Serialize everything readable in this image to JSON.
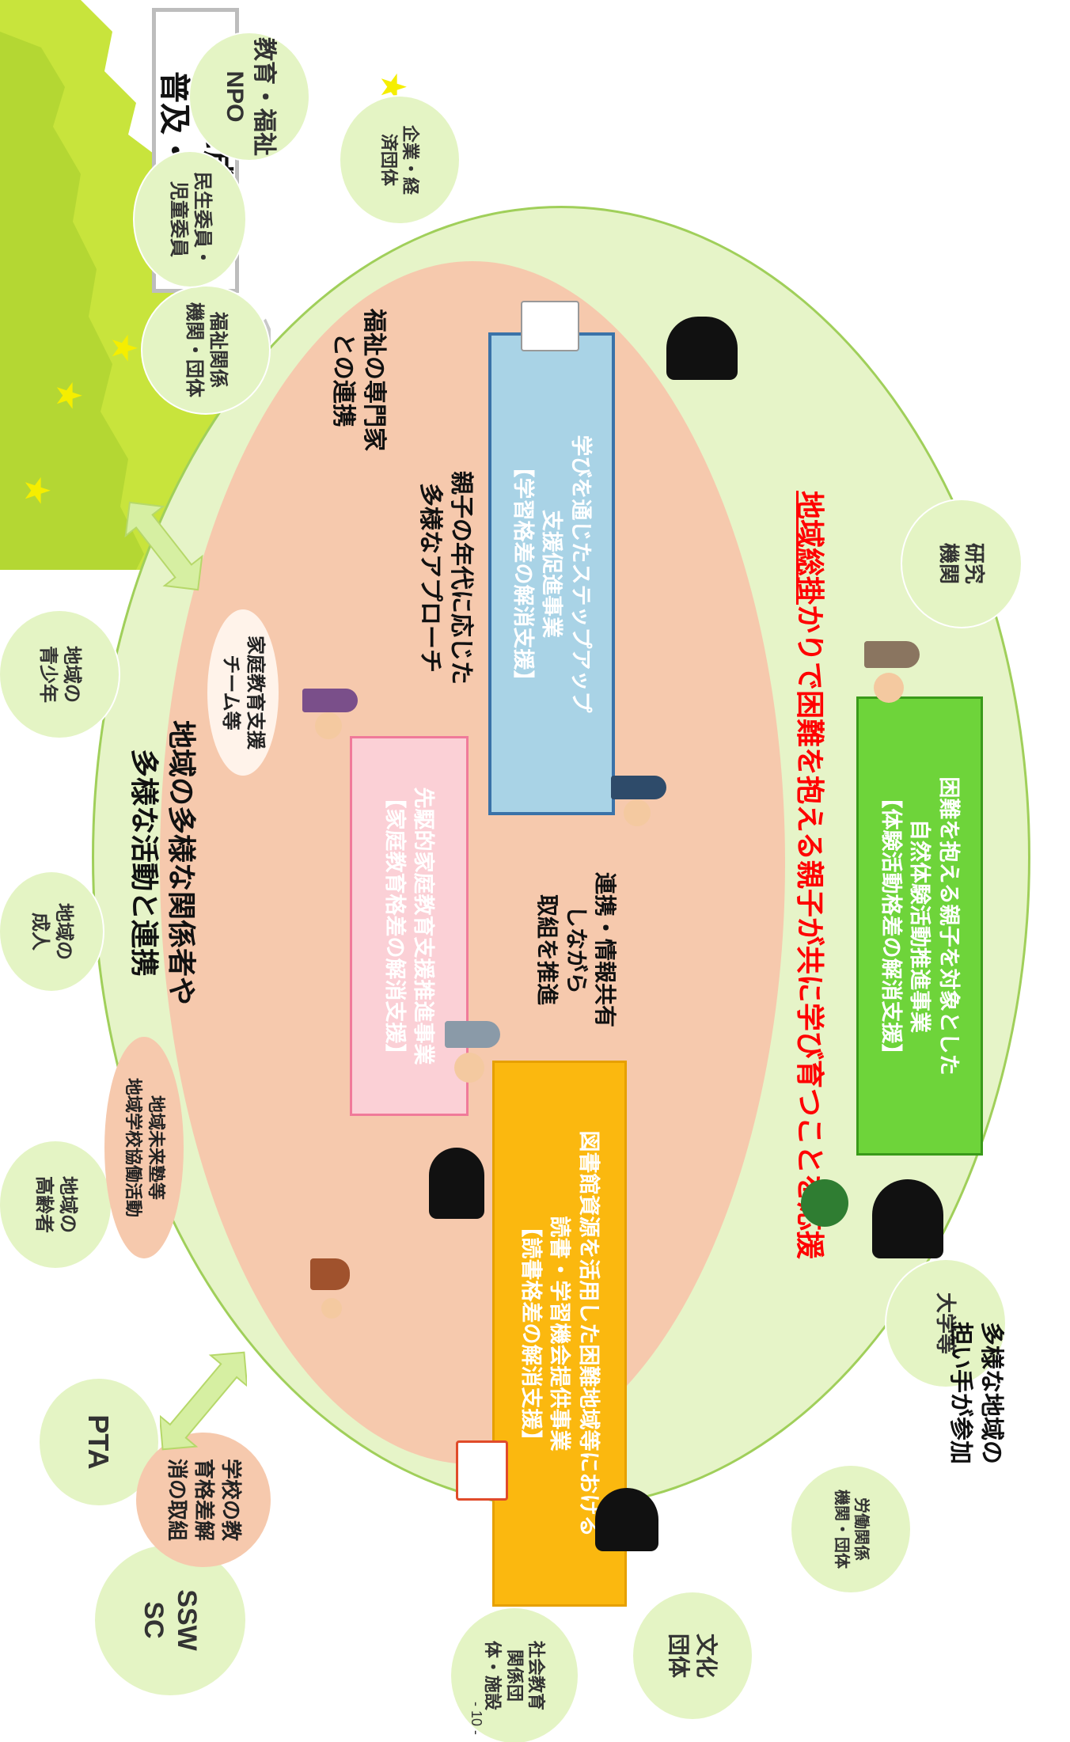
{
  "stakeholders": {
    "welfare_org": "福祉関係\n機関・団体",
    "welfare_commissioner": "民生委員・\n児童委員",
    "education_npo": "教育・福祉\nNPO",
    "company": "企業・経\n済団体",
    "youth": "地域の\n青少年",
    "adults": "地域の\n成人",
    "elderly": "地域の\n高齢者",
    "pta": "PTA",
    "ssw_sc": "SSW\nSC",
    "social_education": "社会教育\n関係団\n体・施設",
    "culture": "文化\n団体",
    "labor": "労働関係\n機関・団体",
    "university": "大学等",
    "research": "研究\n機関"
  },
  "inner_bubbles": {
    "future_juku": "地域未来塾等\n地域学校協働活動",
    "school_gap": "学校の教\n育格差解\n消の取組",
    "family_team": "家庭教育支援\nチーム等"
  },
  "texts": {
    "diverse_title": "地域の多様な関係者や\n多様な活動と連携",
    "welfare_expert": "福祉の専門家\nとの連携",
    "age_approach": "親子の年代に応じた\n多様なアプローチ",
    "cooperation": "連携・情報共有\nしながら\n取組を推進",
    "diverse_bearers": "多様な地域の\n担い手が参加",
    "national_rollout": "全国に成果を\n普及・展開",
    "slogan_underlined": "地域総掛",
    "slogan_rest": "かりで困難を抱える親子が共に学び育つことを応援",
    "page_number": "- 10 -"
  },
  "projects": {
    "family_education": "先駆的家庭教育支援推進事業\n【家庭教育格差の解消支援】",
    "library": "図書館資源を活用した困難地域等における\n読書・学習機会提供事業\n【読書格差の解消支援】",
    "stepup": "学びを通じたステップアップ\n支援促進事業\n【学習格差の解消支援】",
    "nature": "困難を抱える親子を対象とした\n自然体験活動推進事業\n【体験活動格差の解消支援】"
  },
  "colors": {
    "outer_green": "#e6f4c8",
    "inner_peach": "#f6c9ad",
    "pink_box": "#fbd0d6",
    "orange_box": "#fbb80f",
    "blue_box": "#a9d3e6",
    "green_box": "#6ed43a",
    "slogan_red": "#ff0000",
    "map_green": "#c8e43c"
  },
  "icons": [
    "star-icon",
    "double-arrow-icon",
    "person-icon",
    "silhouette-icon",
    "book-icon",
    "notepad-icon",
    "tree-icon"
  ]
}
